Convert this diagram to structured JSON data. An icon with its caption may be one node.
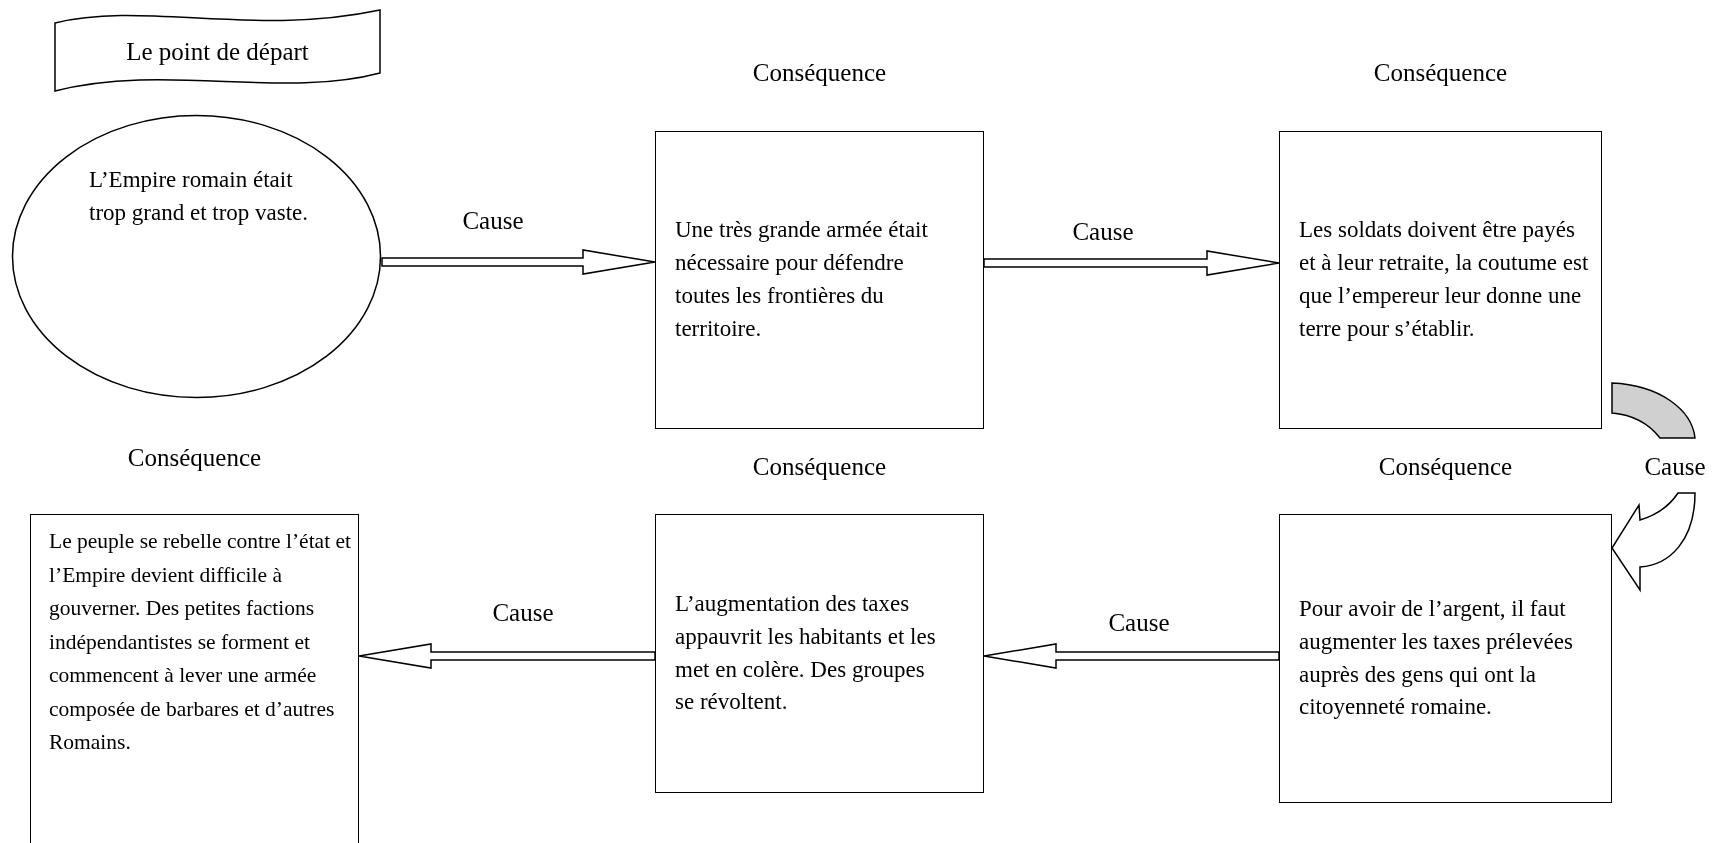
{
  "diagram": {
    "nodes": [
      {
        "text": [
          "Le point de départ"
        ]
      },
      {
        "text": [
          "L’Empire romain était trop grand et trop vaste."
        ]
      },
      {
        "text": [
          "Une très grande armée était nécessaire pour défendre toutes les frontières du territoire."
        ],
        "beside": [
          "Conséquence"
        ]
      },
      {
        "text": [
          "Les soldats doivent être payés et à leur retraite, la coutume est que l’empereur leur donne une terre pour s’établir."
        ],
        "beside": [
          "Conséquence"
        ]
      },
      {
        "text": [
          "Pour avoir de l’argent, il faut augmenter les taxes prélevées auprès des gens qui ont la citoyenneté romaine."
        ],
        "beside": [
          "Conséquence"
        ]
      },
      {
        "text": [
          "L’augmentation des taxes appauvrit les habitants et les met en colère. Des groupes se révoltent."
        ],
        "beside": [
          "Conséquence"
        ]
      },
      {
        "text": [
          "Le peuple se rebelle contre l’état et l’Empire devient difficile à gouverner. Des petites factions indépendantistes se forment et commencent à lever une armée composée de barbares et d’autres Romains."
        ],
        "beside": [
          "Conséquence"
        ]
      }
    ],
    "edges": [
      {
        "from": 1,
        "to": 2,
        "arrow": "to",
        "label": "Cause"
      },
      {
        "from": 2,
        "to": 3,
        "arrow": "to",
        "label": "Cause"
      },
      {
        "from": 3,
        "to": 4,
        "arrow": "to",
        "label": "Cause"
      },
      {
        "from": 4,
        "to": 5,
        "arrow": "to",
        "label": "Cause"
      },
      {
        "from": 5,
        "to": 6,
        "arrow": "to",
        "label": "Cause"
      }
    ]
  }
}
